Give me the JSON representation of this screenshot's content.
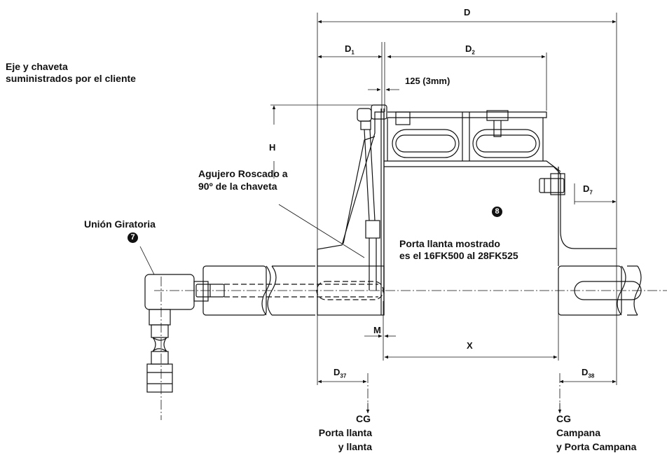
{
  "labels": {
    "shaft_key": [
      "Eje y chaveta",
      "suministrados por el cliente"
    ],
    "threaded_hole": [
      "Agujero Roscado a",
      "90º de la chaveta"
    ],
    "rotary_union": "Unión Giratoria",
    "rim_shown": [
      "Porta llanta mostrado",
      "es el 16FK500 al 28FK525"
    ],
    "cg_rim": [
      "CG",
      "Porta llanta",
      "y llanta"
    ],
    "cg_drum": [
      "CG",
      "Campana",
      "y Porta Campana"
    ]
  },
  "callouts": {
    "rotary_union_num": "7",
    "rim_num": "8"
  },
  "dimensions": {
    "D": "D",
    "D1": {
      "base": "D",
      "sub": "1"
    },
    "D2": {
      "base": "D",
      "sub": "2"
    },
    "gap": "125 (3mm)",
    "H": "H",
    "D7": {
      "base": "D",
      "sub": "7"
    },
    "M": "M",
    "X": "X",
    "D37": {
      "base": "D",
      "sub": "37"
    },
    "D38": {
      "base": "D",
      "sub": "38"
    }
  }
}
